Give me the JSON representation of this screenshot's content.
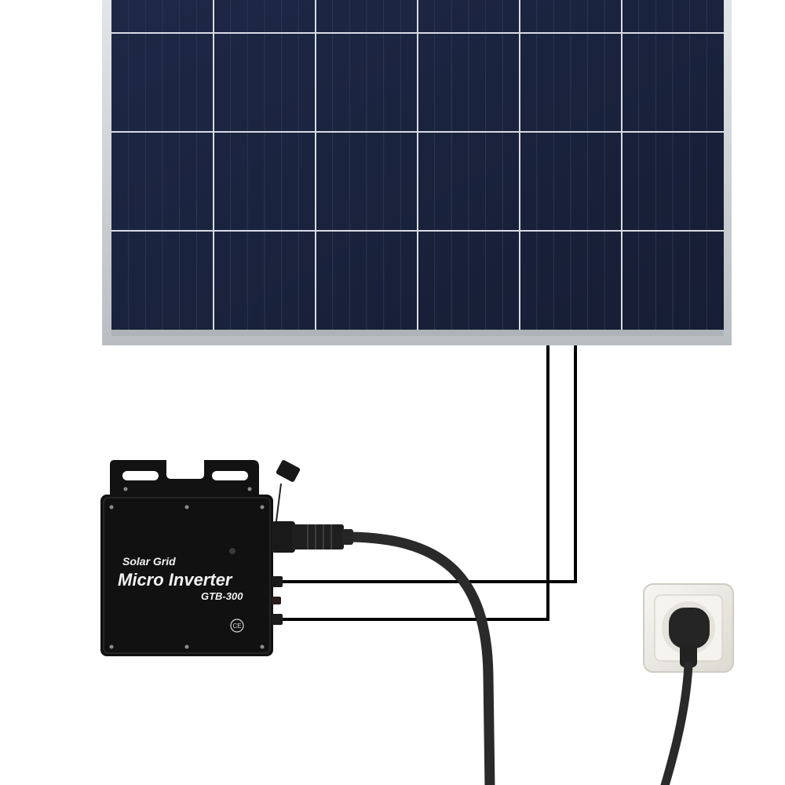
{
  "inverter": {
    "brand_line": "Solar Grid",
    "product_name": "Micro Inverter",
    "model": "GTB-300",
    "ce_mark": "CE"
  },
  "colors": {
    "background": "#ffffff",
    "panel_cell": "#1b2440",
    "panel_frame": "#cfd3d6",
    "inverter_body": "#111111",
    "cable": "#2a2a2a",
    "wire": "#000000",
    "socket": "#f1efe9"
  },
  "icons": [
    "solar-panel-icon",
    "micro-inverter-icon",
    "wall-socket-icon",
    "power-plug-icon"
  ]
}
